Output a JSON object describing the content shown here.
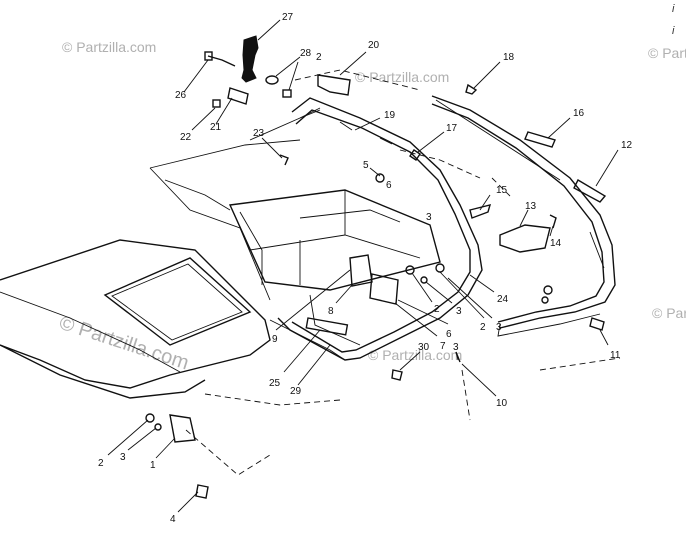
{
  "watermark": {
    "text": "© Partzilla.com"
  },
  "corner_marks": [
    "i",
    "i"
  ],
  "callouts": [
    {
      "id": "c27",
      "label": "27"
    },
    {
      "id": "c28",
      "label": "28"
    },
    {
      "id": "c2a",
      "label": "2"
    },
    {
      "id": "c20",
      "label": "20"
    },
    {
      "id": "c18",
      "label": "18"
    },
    {
      "id": "c26",
      "label": "26"
    },
    {
      "id": "c22",
      "label": "22"
    },
    {
      "id": "c21",
      "label": "21"
    },
    {
      "id": "c19",
      "label": "19"
    },
    {
      "id": "c17",
      "label": "17"
    },
    {
      "id": "c16",
      "label": "16"
    },
    {
      "id": "c12",
      "label": "12"
    },
    {
      "id": "c23",
      "label": "23"
    },
    {
      "id": "c5",
      "label": "5"
    },
    {
      "id": "c6a",
      "label": "6"
    },
    {
      "id": "c3a",
      "label": "3"
    },
    {
      "id": "c15",
      "label": "15"
    },
    {
      "id": "c13",
      "label": "13"
    },
    {
      "id": "c14",
      "label": "14"
    },
    {
      "id": "c24",
      "label": "24"
    },
    {
      "id": "c8",
      "label": "8"
    },
    {
      "id": "c2b",
      "label": "2"
    },
    {
      "id": "c3b",
      "label": "3"
    },
    {
      "id": "c2c",
      "label": "2"
    },
    {
      "id": "c3c",
      "label": "3"
    },
    {
      "id": "c6b",
      "label": "6"
    },
    {
      "id": "c7",
      "label": "7"
    },
    {
      "id": "c9",
      "label": "9"
    },
    {
      "id": "c30",
      "label": "30"
    },
    {
      "id": "c3d",
      "label": "3"
    },
    {
      "id": "c25",
      "label": "25"
    },
    {
      "id": "c29",
      "label": "29"
    },
    {
      "id": "c10",
      "label": "10"
    },
    {
      "id": "c11",
      "label": "11"
    },
    {
      "id": "c2d",
      "label": "2"
    },
    {
      "id": "c3e",
      "label": "3"
    },
    {
      "id": "c1",
      "label": "1"
    },
    {
      "id": "c4",
      "label": "4"
    }
  ]
}
